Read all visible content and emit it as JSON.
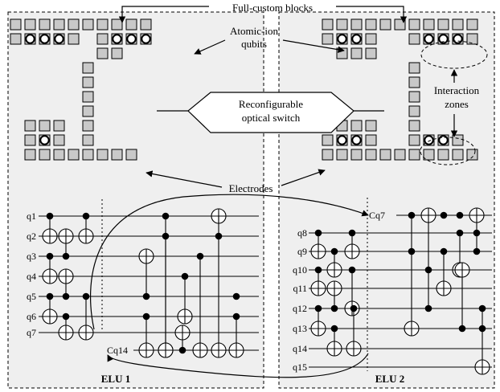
{
  "labels": {
    "full_custom_blocks": "Full-custom blocks",
    "atomic_ion_line1": "Atomic-ion",
    "atomic_ion_line2": "qubits",
    "optical_switch_line1": "Reconfigurable",
    "optical_switch_line2": "optical switch",
    "interaction_line1": "Interaction",
    "interaction_line2": "zones",
    "electrodes": "Electrodes",
    "elu1": "ELU 1",
    "elu2": "ELU 2"
  },
  "elu1_qubits": [
    "q1",
    "q2",
    "q3",
    "q4",
    "q5",
    "q6",
    "q7"
  ],
  "elu1_comm_qubit": "Cq14",
  "elu2_comm_qubit": "Cq7",
  "elu2_qubits": [
    "q8",
    "q9",
    "q10",
    "q11",
    "q12",
    "q13",
    "q14",
    "q15"
  ],
  "colors": {
    "panel": "#efefef",
    "electrode": "#c9c9c9",
    "ion": "#000000"
  }
}
